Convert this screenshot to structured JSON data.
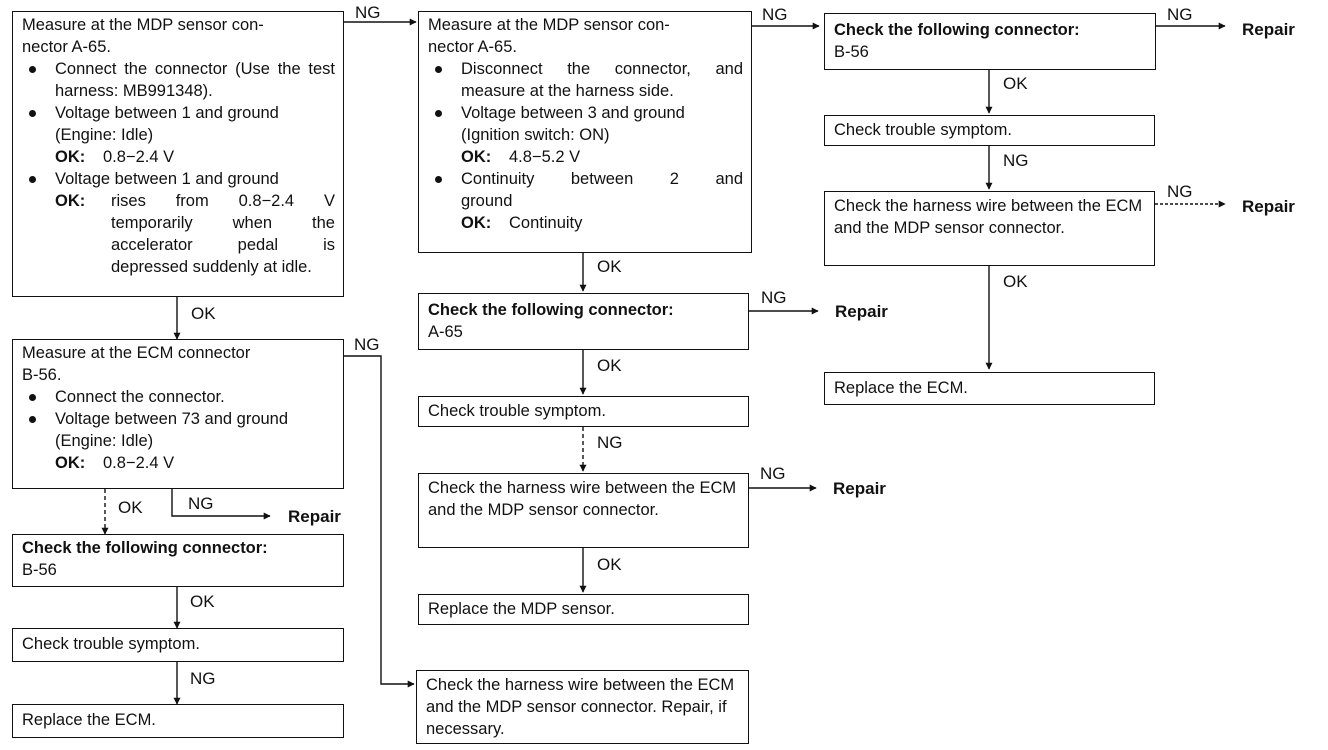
{
  "labels": {
    "ng": "NG",
    "ok": "OK",
    "repair": "Repair"
  },
  "col1": {
    "box1": {
      "line1": "Measure at the MDP sensor con-",
      "line2": "nector A-65.",
      "b1": "Connect the connector (Use the test harness: MB991348).",
      "b2": "Voltage between 1 and ground",
      "b2_sub": "(Engine: Idle)",
      "b2_ok_label": "OK:",
      "b2_ok_value": "0.8−2.4 V",
      "b3": "Voltage between 1 and ground",
      "b3_ok_label": "OK:",
      "b3_ok_value": "rises from 0.8−2.4 V temporarily when the accelerator pedal is depressed suddenly at idle."
    },
    "box2": {
      "line1": "Measure at the ECM connector",
      "line2": "B-56.",
      "b1": "Connect the connector.",
      "b2": "Voltage between 73 and ground",
      "b2_sub": "(Engine: Idle)",
      "b2_ok_label": "OK:",
      "b2_ok_value": "0.8−2.4 V"
    },
    "box3": {
      "title": "Check the following connector:",
      "value": "B-56"
    },
    "box4": {
      "text": "Check trouble symptom."
    },
    "box5": {
      "text": "Replace the ECM."
    }
  },
  "col2": {
    "box1": {
      "line1": "Measure at the MDP sensor con-",
      "line2": "nector A-65.",
      "b1": "Disconnect the connector, and measure at the harness side.",
      "b2": "Voltage between 3 and ground",
      "b2_sub": "(Ignition switch: ON)",
      "b2_ok_label": "OK:",
      "b2_ok_value": "4.8−5.2 V",
      "b3": "Continuity between 2 and ground",
      "b3_ok_label": "OK:",
      "b3_ok_value": "Continuity"
    },
    "box2": {
      "title": "Check the following connector:",
      "value": "A-65"
    },
    "box3": {
      "text": "Check trouble symptom."
    },
    "box4": {
      "text": "Check the harness wire between the ECM and the MDP sensor connector."
    },
    "box5": {
      "text": "Replace the MDP sensor."
    },
    "box6": {
      "text": "Check the harness wire between the ECM and the MDP sensor connector. Repair, if necessary."
    }
  },
  "col3": {
    "box1": {
      "title": "Check the following connector:",
      "value": "B-56"
    },
    "box2": {
      "text": "Check trouble symptom."
    },
    "box3": {
      "text": "Check the harness wire between the ECM and the MDP sensor connector."
    },
    "box4": {
      "text": "Replace the ECM."
    }
  }
}
